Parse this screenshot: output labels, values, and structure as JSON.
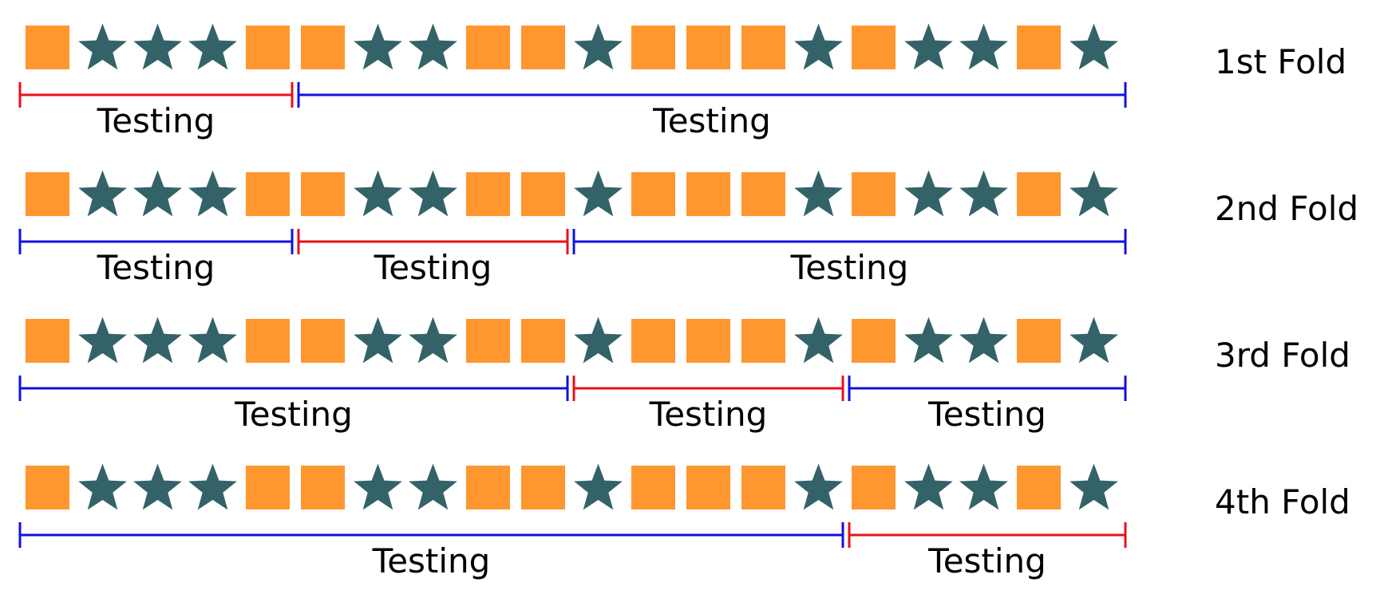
{
  "colors": {
    "square": "#FF962F",
    "star": "#336369",
    "testing_segment": "#E8101C",
    "other_segment": "#1010E0"
  },
  "sequence": [
    "square",
    "star",
    "star",
    "star",
    "square",
    "square",
    "star",
    "star",
    "square",
    "square",
    "star",
    "square",
    "square",
    "square",
    "star",
    "square",
    "star",
    "star",
    "square",
    "star"
  ],
  "folds": [
    {
      "label": "1st Fold",
      "segments": [
        {
          "from": 0,
          "to": 5,
          "kind": "testing",
          "label": "Testing"
        },
        {
          "from": 5,
          "to": 20,
          "kind": "other",
          "label": "Testing"
        }
      ]
    },
    {
      "label": "2nd Fold",
      "segments": [
        {
          "from": 0,
          "to": 5,
          "kind": "other",
          "label": "Testing"
        },
        {
          "from": 5,
          "to": 10,
          "kind": "testing",
          "label": "Testing"
        },
        {
          "from": 10,
          "to": 20,
          "kind": "other",
          "label": "Testing"
        }
      ]
    },
    {
      "label": "3rd Fold",
      "segments": [
        {
          "from": 0,
          "to": 10,
          "kind": "other",
          "label": "Testing"
        },
        {
          "from": 10,
          "to": 15,
          "kind": "testing",
          "label": "Testing"
        },
        {
          "from": 15,
          "to": 20,
          "kind": "other",
          "label": "Testing"
        }
      ]
    },
    {
      "label": "4th Fold",
      "segments": [
        {
          "from": 0,
          "to": 15,
          "kind": "other",
          "label": "Testing"
        },
        {
          "from": 15,
          "to": 20,
          "kind": "testing",
          "label": "Testing"
        }
      ]
    }
  ]
}
